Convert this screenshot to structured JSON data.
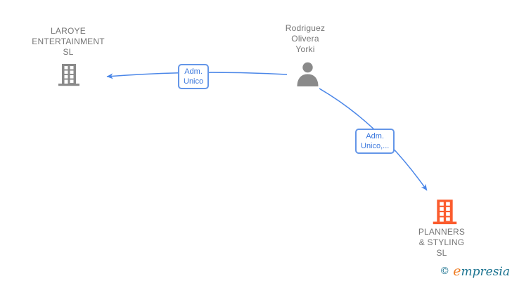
{
  "diagram": {
    "nodes": {
      "laroye": {
        "lines": [
          "LAROYE",
          "ENTERTAINMENT",
          "SL"
        ],
        "type": "company",
        "icon": "building-icon",
        "color": "#8a8a8a"
      },
      "rodriguez": {
        "lines": [
          "Rodriguez",
          "Olivera",
          "Yorki"
        ],
        "type": "person",
        "icon": "person-icon",
        "color": "#8a8a8a"
      },
      "planners": {
        "lines": [
          "PLANNERS",
          "& STYLING",
          "SL"
        ],
        "type": "company",
        "icon": "building-icon",
        "color": "#fb5c2e"
      }
    },
    "edges": {
      "adm_unico": {
        "lines": [
          "Adm.",
          "Unico"
        ],
        "from": "rodriguez",
        "to": "laroye"
      },
      "adm_unico_more": {
        "lines": [
          "Adm.",
          "Unico,..."
        ],
        "from": "rodriguez",
        "to": "planners"
      }
    },
    "edge_color": "#4a86e8",
    "label_text_color": "#3c78dd",
    "node_text_color": "#757575"
  },
  "watermark": {
    "copyright_symbol": "©",
    "brand_initial": "e",
    "brand_rest": "mpresia"
  }
}
